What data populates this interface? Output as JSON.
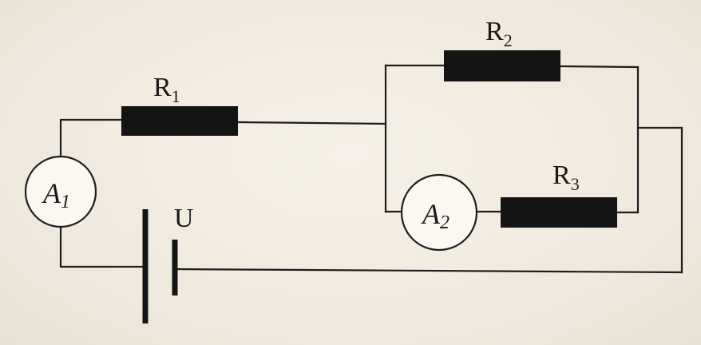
{
  "diagram": {
    "components": {
      "r1": {
        "letter": "R",
        "index": "1"
      },
      "r2": {
        "letter": "R",
        "index": "2"
      },
      "r3": {
        "letter": "R",
        "index": "3"
      },
      "a1": {
        "letter": "A",
        "index": "1"
      },
      "a2": {
        "letter": "A",
        "index": "2"
      },
      "source": {
        "label": "U"
      }
    },
    "colors": {
      "ink": "#1a1a1a",
      "paper": "#f3ede4"
    }
  }
}
